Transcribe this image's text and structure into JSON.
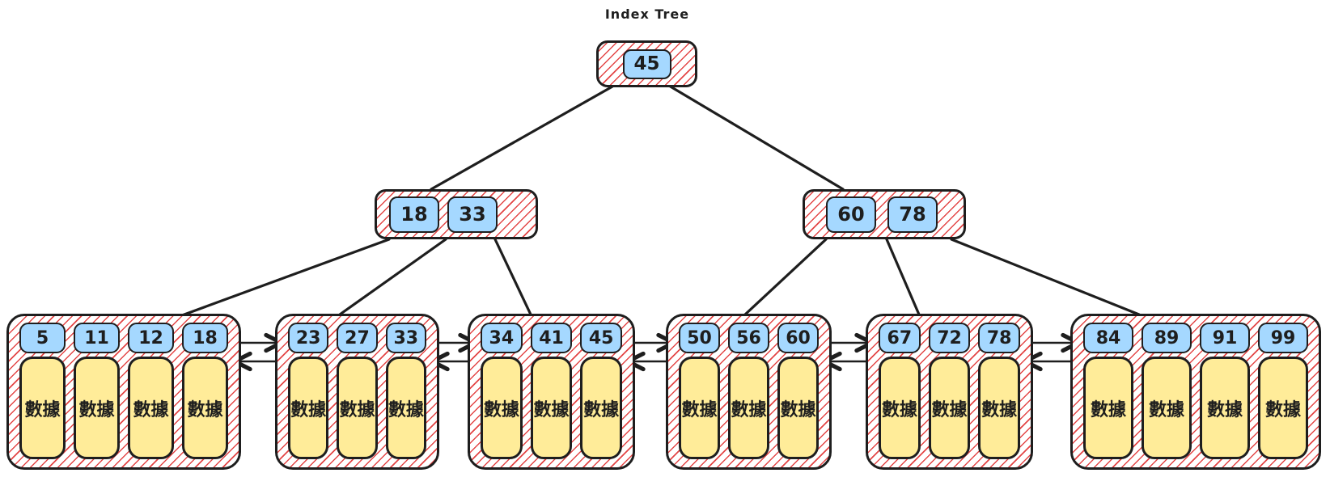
{
  "title": "Index Tree",
  "colors": {
    "key_fill": "#a5d8ff",
    "data_fill": "#ffec99",
    "hatch_red": "#e03131",
    "stroke": "#1e1e1e"
  },
  "tree": {
    "root": {
      "keys": [
        "45"
      ]
    },
    "internal": [
      {
        "keys": [
          "18",
          "33"
        ]
      },
      {
        "keys": [
          "60",
          "78"
        ]
      }
    ],
    "leaves": [
      {
        "cells": [
          {
            "key": "5",
            "data": "數據"
          },
          {
            "key": "11",
            "data": "數據"
          },
          {
            "key": "12",
            "data": "數據"
          },
          {
            "key": "18",
            "data": "數據"
          }
        ]
      },
      {
        "cells": [
          {
            "key": "23",
            "data": "數據"
          },
          {
            "key": "27",
            "data": "數據"
          },
          {
            "key": "33",
            "data": "數據"
          }
        ]
      },
      {
        "cells": [
          {
            "key": "34",
            "data": "數據"
          },
          {
            "key": "41",
            "data": "數據"
          },
          {
            "key": "45",
            "data": "數據"
          }
        ]
      },
      {
        "cells": [
          {
            "key": "50",
            "data": "數據"
          },
          {
            "key": "56",
            "data": "數據"
          },
          {
            "key": "60",
            "data": "數據"
          }
        ]
      },
      {
        "cells": [
          {
            "key": "67",
            "data": "數據"
          },
          {
            "key": "72",
            "data": "數據"
          },
          {
            "key": "78",
            "data": "數據"
          }
        ]
      },
      {
        "cells": [
          {
            "key": "84",
            "data": "數據"
          },
          {
            "key": "89",
            "data": "數據"
          },
          {
            "key": "91",
            "data": "數據"
          },
          {
            "key": "99",
            "data": "數據"
          }
        ]
      }
    ]
  }
}
